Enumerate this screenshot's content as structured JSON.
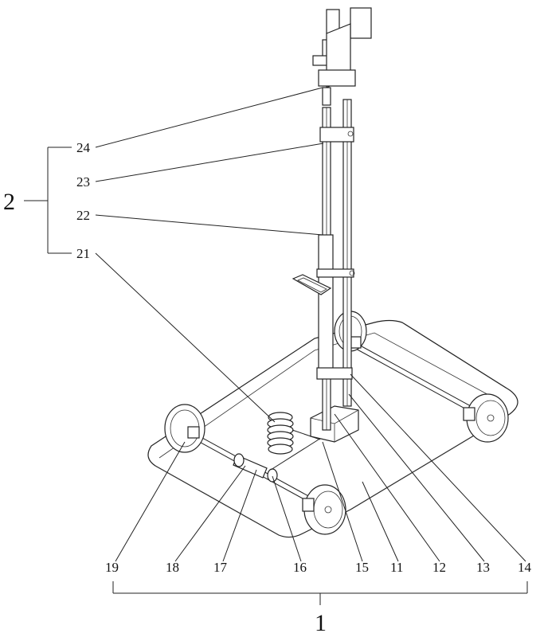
{
  "figure": {
    "group_labels": {
      "top_group": "2",
      "bottom_group": "1"
    },
    "left_callouts": [
      "24",
      "23",
      "22",
      "21"
    ],
    "bottom_callouts": [
      "19",
      "18",
      "17",
      "16",
      "15",
      "11",
      "12",
      "13",
      "14"
    ]
  }
}
